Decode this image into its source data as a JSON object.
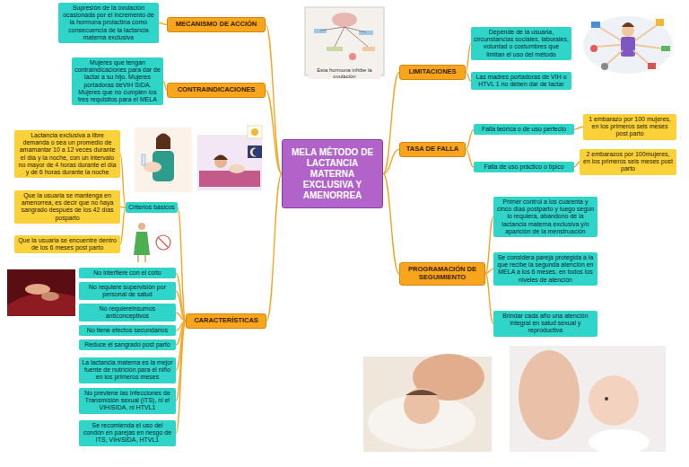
{
  "diagram": {
    "nodes": [
      {
        "text": [
          "MELA MÉTODO DE LACTANCIA MATERNA EXCLUSIVA Y AMENORREA"
        ]
      },
      {
        "text": [
          "MECANISMO DE ACCIÓN"
        ]
      },
      {
        "text": [
          "Supresión de la ovulación ocasionada por el incremento de la hormona prolactina como consecuencia de la lactancia materna exclusiva"
        ]
      },
      {
        "text": [
          "CONTRAINDICACIONES"
        ]
      },
      {
        "text": [
          "Mujeres que tengan contraindicaciones para dar de lactar a su hijo. Mujeres portadoras deVIH SIDA. Mujeres que no cumplen los tres requisitos para el MELA"
        ]
      },
      {
        "text": [
          "CARACTERÍSTICAS"
        ]
      },
      {
        "text": [
          "Criterios básicos"
        ]
      },
      {
        "text": [
          "Lactancia exclusiva a libre demanda o sea un promedio de amamantar 10 a 12 veces durante el día y la noche, con un intervalo no mayor de 4 horas durante el día y de 6 horas durante la noche"
        ]
      },
      {
        "text": [
          "Que la usuaria se mantenga en amenorrea, es decir que no haya sangrado después de los 42 días posparto"
        ]
      },
      {
        "text": [
          "Que la usuaria se encuentre dentro de los 6 meses post parto"
        ]
      },
      {
        "text": [
          "No interfiere con el coito"
        ]
      },
      {
        "text": [
          "No requiere supervisión por personal de salud"
        ]
      },
      {
        "text": [
          "No requiereinsumos anticonceptivos"
        ]
      },
      {
        "text": [
          "No tiene efectos secundarios"
        ]
      },
      {
        "text": [
          "Reduce el sangrado post parto"
        ]
      },
      {
        "text": [
          "La lactancia materna es la mejor fuente de nutrición para el niño en los primeros meses"
        ]
      },
      {
        "text": [
          "No previene las Infecciones de Transmisión sexual (ITS), ni el VIH/SIDA, ni HTVL1"
        ]
      },
      {
        "text": [
          "Se recomienda el uso del condón en parejas en riesgo de ITS, VIH/SIDA, HTVL1"
        ]
      },
      {
        "text": [
          "LIMITACIONES"
        ]
      },
      {
        "text": [
          "Depende de la usuaria, circunstancias sociales, laborales, voluntad o costumbres que limitan el uso del método"
        ]
      },
      {
        "text": [
          "Las madres portadoras de VIH o HTVL 1 no deben dar de lactar"
        ]
      },
      {
        "text": [
          "TASA DE FALLA"
        ]
      },
      {
        "text": [
          "Falla teórica o de uso perfecto"
        ]
      },
      {
        "text": [
          "1 embarazo por 100 mujeres, en los primeros seis meses post parto"
        ]
      },
      {
        "text": [
          "Falla de uso práctico o típico"
        ]
      },
      {
        "text": [
          "2 embarazos por 100mujeres, en los primeros seis meses post parto"
        ]
      },
      {
        "text": [
          "PROGRAMACIÓN DE SEGUIMIENTO"
        ]
      },
      {
        "text": [
          "Primer control a los cuarenta y cinco días postparto y luego según lo requiera, abandono de la lactancia materna exclusiva y/o aparición de la menstruación"
        ]
      },
      {
        "text": [
          "Se considera pareja protegida a la que recibe la segunda atención en MELA a los 6 meses, en todos los niveles de atención"
        ]
      },
      {
        "text": [
          "Brindar cada año una atención integral en salud sexual y reproductiva"
        ]
      }
    ],
    "edges": [
      {
        "from": 0,
        "to": 1,
        "arrow": "none"
      },
      {
        "from": 1,
        "to": 2,
        "arrow": "none"
      },
      {
        "from": 0,
        "to": 3,
        "arrow": "none"
      },
      {
        "from": 3,
        "to": 4,
        "arrow": "none"
      },
      {
        "from": 0,
        "to": 5,
        "arrow": "none"
      },
      {
        "from": 5,
        "to": 6,
        "arrow": "none"
      },
      {
        "from": 6,
        "to": 7,
        "arrow": "none"
      },
      {
        "from": 6,
        "to": 8,
        "arrow": "none"
      },
      {
        "from": 6,
        "to": 9,
        "arrow": "none"
      },
      {
        "from": 5,
        "to": 10,
        "arrow": "none"
      },
      {
        "from": 5,
        "to": 11,
        "arrow": "none"
      },
      {
        "from": 5,
        "to": 12,
        "arrow": "none"
      },
      {
        "from": 5,
        "to": 13,
        "arrow": "none"
      },
      {
        "from": 5,
        "to": 14,
        "arrow": "none"
      },
      {
        "from": 5,
        "to": 15,
        "arrow": "none"
      },
      {
        "from": 5,
        "to": 16,
        "arrow": "none"
      },
      {
        "from": 5,
        "to": 17,
        "arrow": "none"
      },
      {
        "from": 0,
        "to": 18,
        "arrow": "none"
      },
      {
        "from": 18,
        "to": 19,
        "arrow": "none"
      },
      {
        "from": 18,
        "to": 20,
        "arrow": "none"
      },
      {
        "from": 0,
        "to": 21,
        "arrow": "none"
      },
      {
        "from": 21,
        "to": 22,
        "arrow": "none"
      },
      {
        "from": 22,
        "to": 23,
        "arrow": "none"
      },
      {
        "from": 21,
        "to": 24,
        "arrow": "none"
      },
      {
        "from": 24,
        "to": 25,
        "arrow": "none"
      },
      {
        "from": 0,
        "to": 26,
        "arrow": "none"
      },
      {
        "from": 26,
        "to": 27,
        "arrow": "none"
      },
      {
        "from": 26,
        "to": 28,
        "arrow": "none"
      },
      {
        "from": 26,
        "to": 29,
        "arrow": "none"
      }
    ],
    "labels": [
      "Esta hormona inhibe la ovulación"
    ]
  }
}
